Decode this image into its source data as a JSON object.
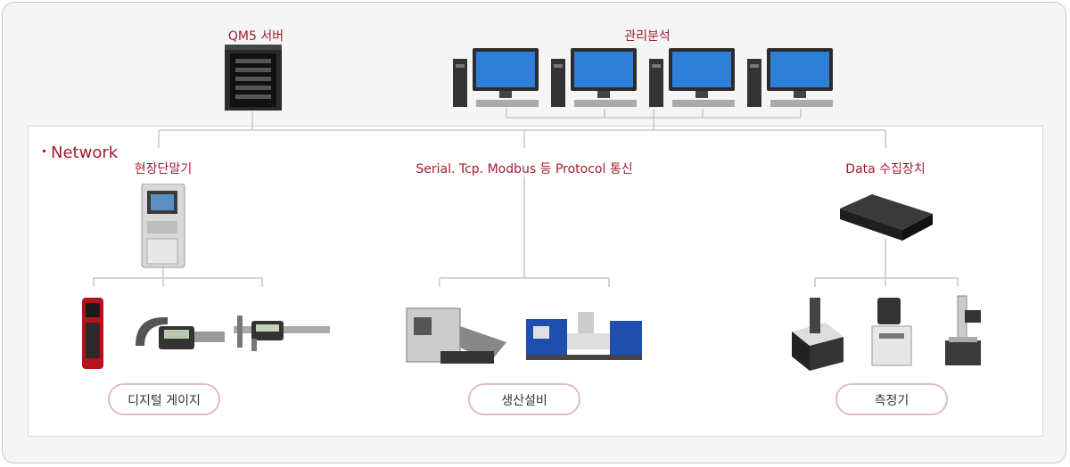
{
  "top": {
    "server_label": "QM5 서버",
    "mgmt_label": "관리분석"
  },
  "network": {
    "label": "Network"
  },
  "columns": {
    "left": {
      "title": "현장단말기",
      "badge": "디지털 게이지"
    },
    "center": {
      "title": "Serial. Tcp. Modbus 등 Protocol 통신",
      "badge": "생산설비"
    },
    "right": {
      "title": "Data 수집장치",
      "badge": "측정기"
    }
  },
  "colors": {
    "accent": "#a01c30",
    "line": "#c8c8c8",
    "pill_border": "#e0bcc4"
  }
}
